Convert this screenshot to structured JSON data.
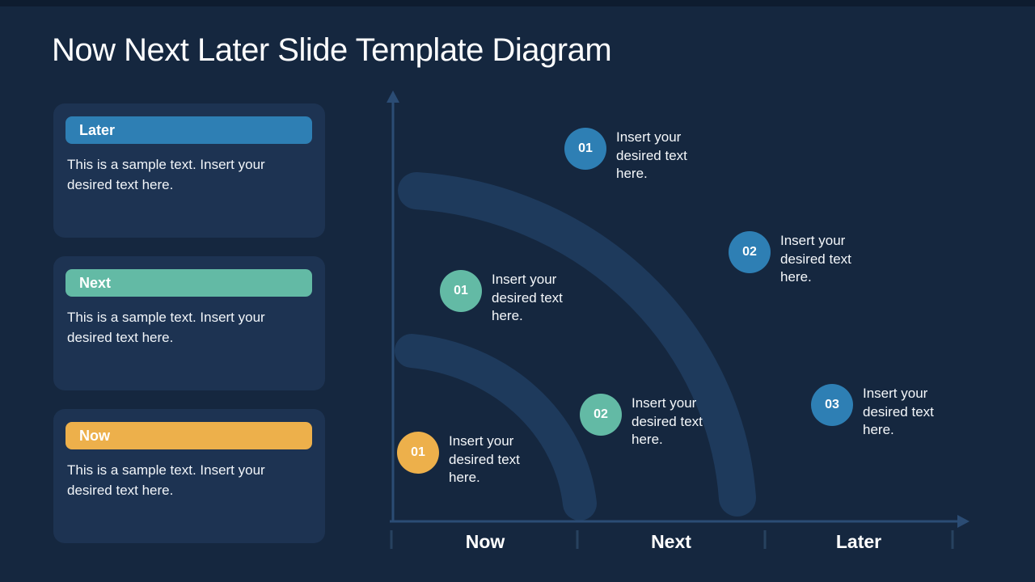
{
  "title": "Now Next Later Slide Template Diagram",
  "colors": {
    "background": "#15273f",
    "top_strip": "#0e1c2f",
    "card_background": "#1d3352",
    "arc_band": "#1e3a5c",
    "axis_line": "#2b4c74",
    "later_accent": "#2e7fb4",
    "next_accent": "#63baa5",
    "now_accent": "#edb04b"
  },
  "cards": [
    {
      "label": "Later",
      "accent": "#2e7fb4",
      "body": "This is a sample text. Insert your desired text here."
    },
    {
      "label": "Next",
      "accent": "#63baa5",
      "body": "This is a sample text. Insert your desired text here."
    },
    {
      "label": "Now",
      "accent": "#edb04b",
      "body": "This is a sample text. Insert your desired text here."
    }
  ],
  "diagram": {
    "markers": [
      {
        "number": "01",
        "accent": "#2e7fb4",
        "text": "Insert your desired text here."
      },
      {
        "number": "01",
        "accent": "#63baa5",
        "text": "Insert your desired text here."
      },
      {
        "number": "02",
        "accent": "#2e7fb4",
        "text": "Insert your desired text here."
      },
      {
        "number": "02",
        "accent": "#63baa5",
        "text": "Insert your desired text here."
      },
      {
        "number": "01",
        "accent": "#edb04b",
        "text": "Insert your desired text here."
      },
      {
        "number": "03",
        "accent": "#2e7fb4",
        "text": "Insert your desired text here."
      }
    ],
    "axis_labels": [
      "Now",
      "Next",
      "Later"
    ]
  }
}
